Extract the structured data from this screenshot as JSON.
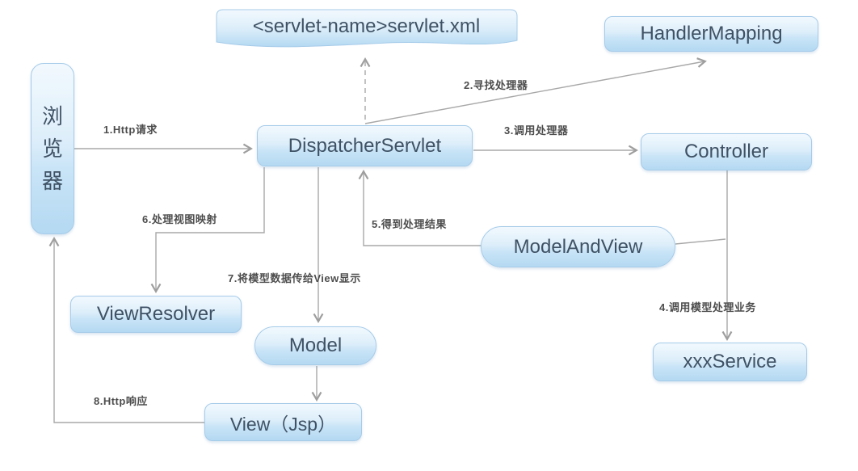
{
  "diagram": {
    "type": "flow-diagram",
    "subject": "Spring MVC DispatcherServlet request flow",
    "colors": {
      "node_fill_top": "#f2f9fe",
      "node_fill_bottom": "#b4d9f2",
      "node_border": "#a6cbe9",
      "node_text": "#3f5265",
      "edge_line": "#a8a8a8",
      "edge_label_text": "#4d4d4d",
      "background": "#ffffff"
    },
    "nodes": {
      "servlet_xml": {
        "label": "<servlet-name>servlet.xml"
      },
      "browser": {
        "label": "浏\n览\n器"
      },
      "dispatcher_servlet": {
        "label": "DispatcherServlet"
      },
      "handler_mapping": {
        "label": "HandlerMapping"
      },
      "controller": {
        "label": "Controller"
      },
      "model_and_view": {
        "label": "ModelAndView"
      },
      "view_resolver": {
        "label": "ViewResolver"
      },
      "model": {
        "label": "Model"
      },
      "view_jsp": {
        "label": "View（Jsp）"
      },
      "xxx_service": {
        "label": "xxxService"
      }
    },
    "edges": [
      {
        "step": 1,
        "label": "1.Http请求",
        "from": "浏览器",
        "to": "DispatcherServlet",
        "style": "solid"
      },
      {
        "step": 2,
        "label": "2.寻找处理器",
        "from": "DispatcherServlet",
        "to": "HandlerMapping",
        "style": "solid"
      },
      {
        "step": 3,
        "label": "3.调用处理器",
        "from": "DispatcherServlet",
        "to": "Controller",
        "style": "solid"
      },
      {
        "step": 4,
        "label": "4.调用模型处理业务",
        "from": "Controller",
        "to": "xxxService",
        "style": "solid"
      },
      {
        "step": 5,
        "label": "5.得到处理结果",
        "from": "ModelAndView",
        "to": "DispatcherServlet",
        "style": "solid"
      },
      {
        "step": 6,
        "label": "6.处理视图映射",
        "from": "DispatcherServlet",
        "to": "ViewResolver",
        "style": "solid"
      },
      {
        "step": 7,
        "label": "7.将模型数据传给View显示",
        "from": "DispatcherServlet",
        "to": "Model",
        "style": "solid"
      },
      {
        "step": 8,
        "label": "8.Http响应",
        "from": "View（Jsp）",
        "to": "浏览器",
        "style": "solid"
      },
      {
        "step": null,
        "label": "",
        "from": "DispatcherServlet",
        "to": "<servlet-name>servlet.xml",
        "style": "dashed"
      },
      {
        "step": null,
        "label": "",
        "from": "Controller",
        "to": "ModelAndView",
        "style": "solid"
      },
      {
        "step": null,
        "label": "",
        "from": "Model",
        "to": "View（Jsp）",
        "style": "solid"
      }
    ]
  }
}
